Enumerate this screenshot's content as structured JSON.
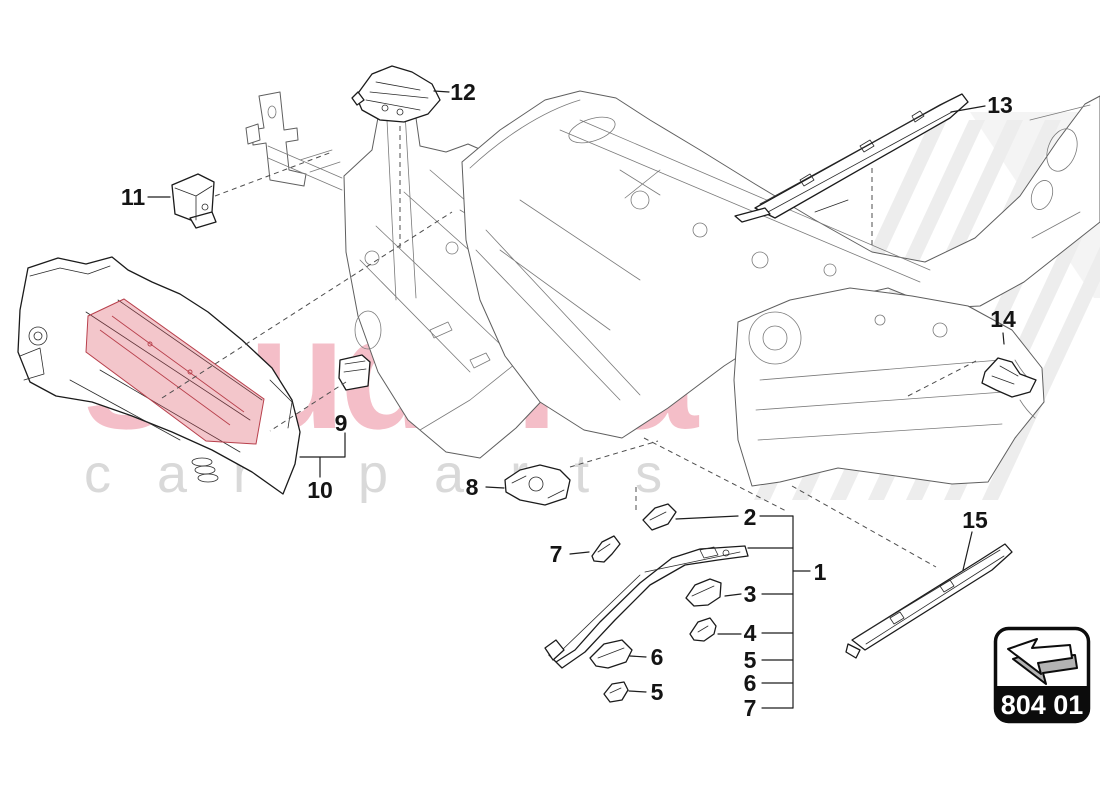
{
  "page": {
    "kind": "exploded-parts-diagram",
    "background": "#ffffff"
  },
  "watermark": {
    "brand": "scuderia",
    "subtitle": "car parts",
    "brand_color": "#f4bec8",
    "subtitle_color": "#d9d9d9",
    "stripe_color": "#ededed"
  },
  "highlight": {
    "color": "#db4d5c",
    "highlighted_part_callout": "10"
  },
  "badge": {
    "code": "804 01",
    "icon": "arrow-up-left-3d"
  },
  "callouts": {
    "c1": "1",
    "c2": "2",
    "c3": "3",
    "c4": "4",
    "c5": "5",
    "c6": "6",
    "c7": "7",
    "c5b": "5",
    "c6b": "6",
    "c7b": "7",
    "c8": "8",
    "c9": "9",
    "c10": "10",
    "c11": "11",
    "c12": "12",
    "c13": "13",
    "c14": "14",
    "c15": "15"
  }
}
